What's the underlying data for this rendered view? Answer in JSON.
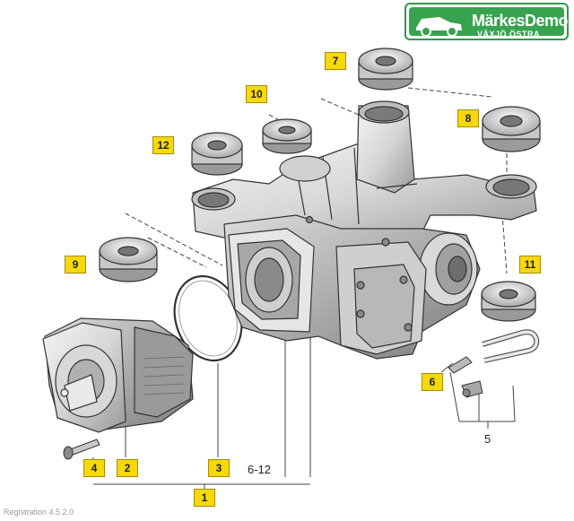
{
  "brand": {
    "name": "MärkesDemo",
    "location": "VÄXJÖ ÖSTRA",
    "colors": {
      "green": "#37a34f",
      "callout_yellow": "#f5d90a"
    },
    "icon": "car-icon"
  },
  "callouts": [
    {
      "id": "1",
      "label": "1"
    },
    {
      "id": "2",
      "label": "2"
    },
    {
      "id": "3",
      "label": "3"
    },
    {
      "id": "4",
      "label": "4"
    },
    {
      "id": "5",
      "label": "5"
    },
    {
      "id": "6",
      "label": "6"
    },
    {
      "id": "7",
      "label": "7"
    },
    {
      "id": "8",
      "label": "8"
    },
    {
      "id": "9",
      "label": "9"
    },
    {
      "id": "10",
      "label": "10"
    },
    {
      "id": "11",
      "label": "11"
    },
    {
      "id": "12",
      "label": "12"
    }
  ],
  "range_label": "6-12",
  "footer": "Registration 4.5.2.0"
}
